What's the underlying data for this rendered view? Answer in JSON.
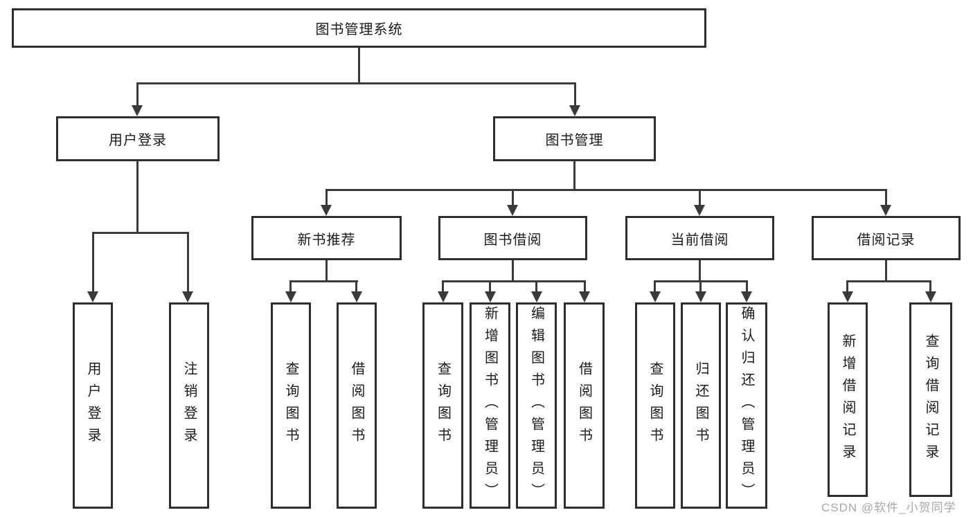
{
  "nodes": {
    "root": "图书管理系统",
    "user_login": "用户登录",
    "book_mgmt": "图书管理",
    "new_book_rec": "新书推荐",
    "book_borrow": "图书借阅",
    "current_borrow": "当前借阅",
    "borrow_records": "借阅记录",
    "leaf_user_login": "用户登录",
    "leaf_logout": "注销登录",
    "leaf_query_book_rec": "查询图书",
    "leaf_borrow_book_rec": "借阅图书",
    "leaf_query_book_borrow": "查询图书",
    "leaf_add_book": "新增图书（管理员）",
    "leaf_edit_book": "编辑图书（管理员）",
    "leaf_borrow_book_borrow": "借阅图书",
    "leaf_query_book_current": "查询图书",
    "leaf_return_book": "归还图书",
    "leaf_confirm_return": "确认归还（管理员）",
    "leaf_add_borrow_record": "新增借阅记录",
    "leaf_query_borrow_record": "查询借阅记录"
  },
  "watermark": "CSDN @软件_小贺同学"
}
